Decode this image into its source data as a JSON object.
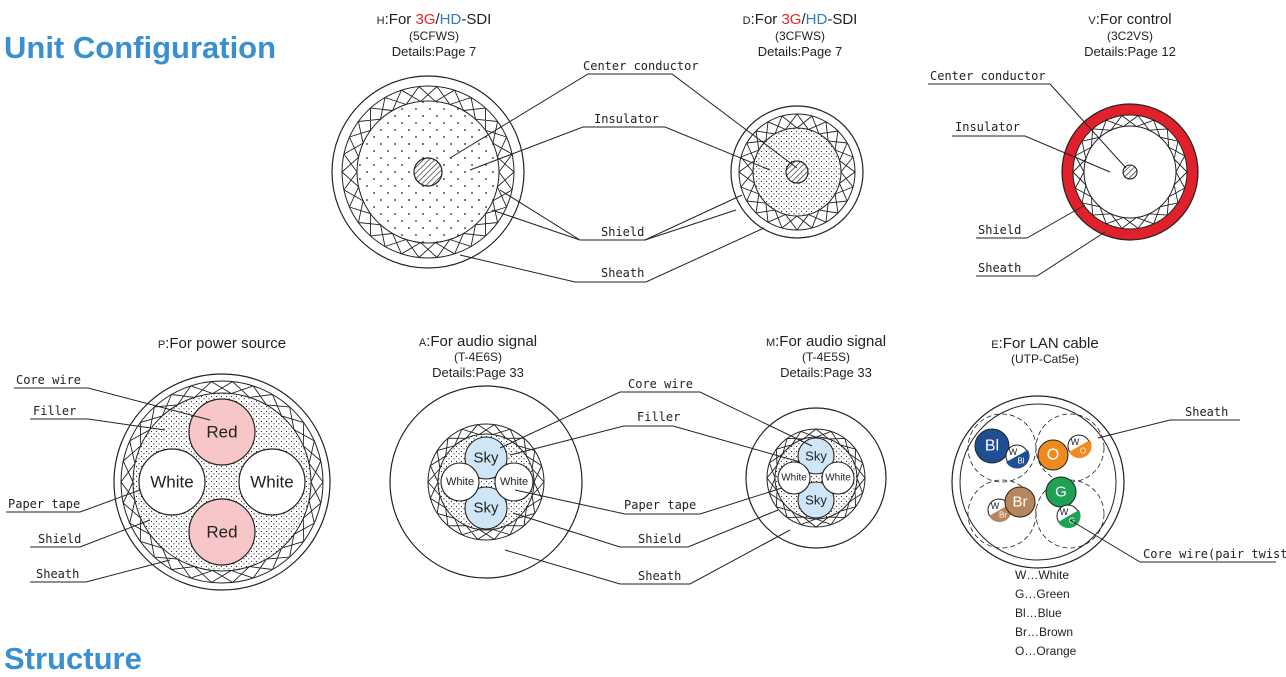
{
  "headings": {
    "unit_configuration": "Unit Configuration",
    "structure": "Structure"
  },
  "units": {
    "H": {
      "mark": "H",
      "pre": ":For ",
      "hl1": "3G",
      "sep": "/",
      "hl2": "HD",
      "post": "-SDI",
      "model": "(5CFWS)",
      "details": "Details:Page 7"
    },
    "D": {
      "mark": "D",
      "pre": ":For ",
      "hl1": "3G",
      "sep": "/",
      "hl2": "HD",
      "post": "-SDI",
      "model": "(3CFWS)",
      "details": "Details:Page 7"
    },
    "V": {
      "mark": "V",
      "title": ":For control",
      "model": "(3C2VS)",
      "details": "Details:Page 12"
    },
    "P": {
      "mark": "P",
      "title": ":For power source"
    },
    "A": {
      "mark": "A",
      "title": ":For audio signal",
      "model": "(T-4E6S)",
      "details": "Details:Page 33"
    },
    "M": {
      "mark": "M",
      "title": ":For audio signal",
      "model": "(T-4E5S)",
      "details": "Details:Page 33"
    },
    "E": {
      "mark": "E",
      "title": ":For LAN cable",
      "model": "(UTP-Cat5e)"
    }
  },
  "labels": {
    "center_conductor": "Center conductor",
    "insulator": "Insulator",
    "shield": "Shield",
    "sheath": "Sheath",
    "core_wire": "Core wire",
    "filler": "Filler",
    "paper_tape": "Paper tape",
    "core_wire_pair": "Core wire(pair twisted)"
  },
  "wires": {
    "red": "Red",
    "white": "White",
    "sky": "Sky"
  },
  "lan": {
    "bl": "Bl",
    "o": "O",
    "br": "Br",
    "g": "G",
    "w": "W"
  },
  "legend": [
    "W…White",
    "G…Green",
    "Bl…Blue",
    "Br…Brown",
    "O…Orange"
  ],
  "colors": {
    "heading": "#3a8fce",
    "highlight_red": "#e5242c",
    "highlight_blue": "#2a7ec4",
    "sheath_red": "#e0202a",
    "wire_red": "#f6c6c8",
    "wire_sky": "#cfe6f7",
    "lan_blue": "#1f4e93",
    "lan_orange": "#f08a1e",
    "lan_brown": "#b8865c",
    "lan_green": "#1fa153"
  }
}
